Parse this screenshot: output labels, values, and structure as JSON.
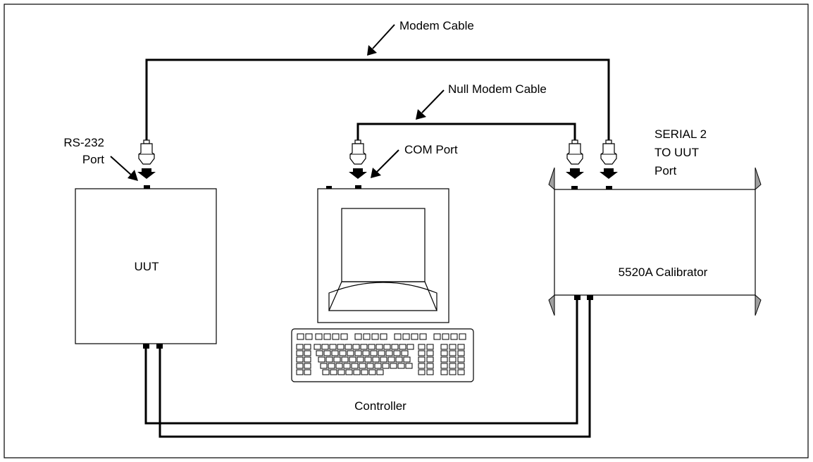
{
  "labels": {
    "modem_cable": "Modem Cable",
    "null_modem_cable": "Null Modem Cable",
    "rs232_line1": "RS-232",
    "rs232_line2": "Port",
    "com_port": "COM Port",
    "serial2_line1": "SERIAL 2",
    "serial2_line2": "TO UUT",
    "serial2_line3": "Port",
    "uut": "UUT",
    "calibrator": "5520A Calibrator",
    "controller": "Controller"
  },
  "colors": {
    "line": "#000000",
    "background": "#ffffff",
    "rack_ear": "#a0a0a0"
  }
}
